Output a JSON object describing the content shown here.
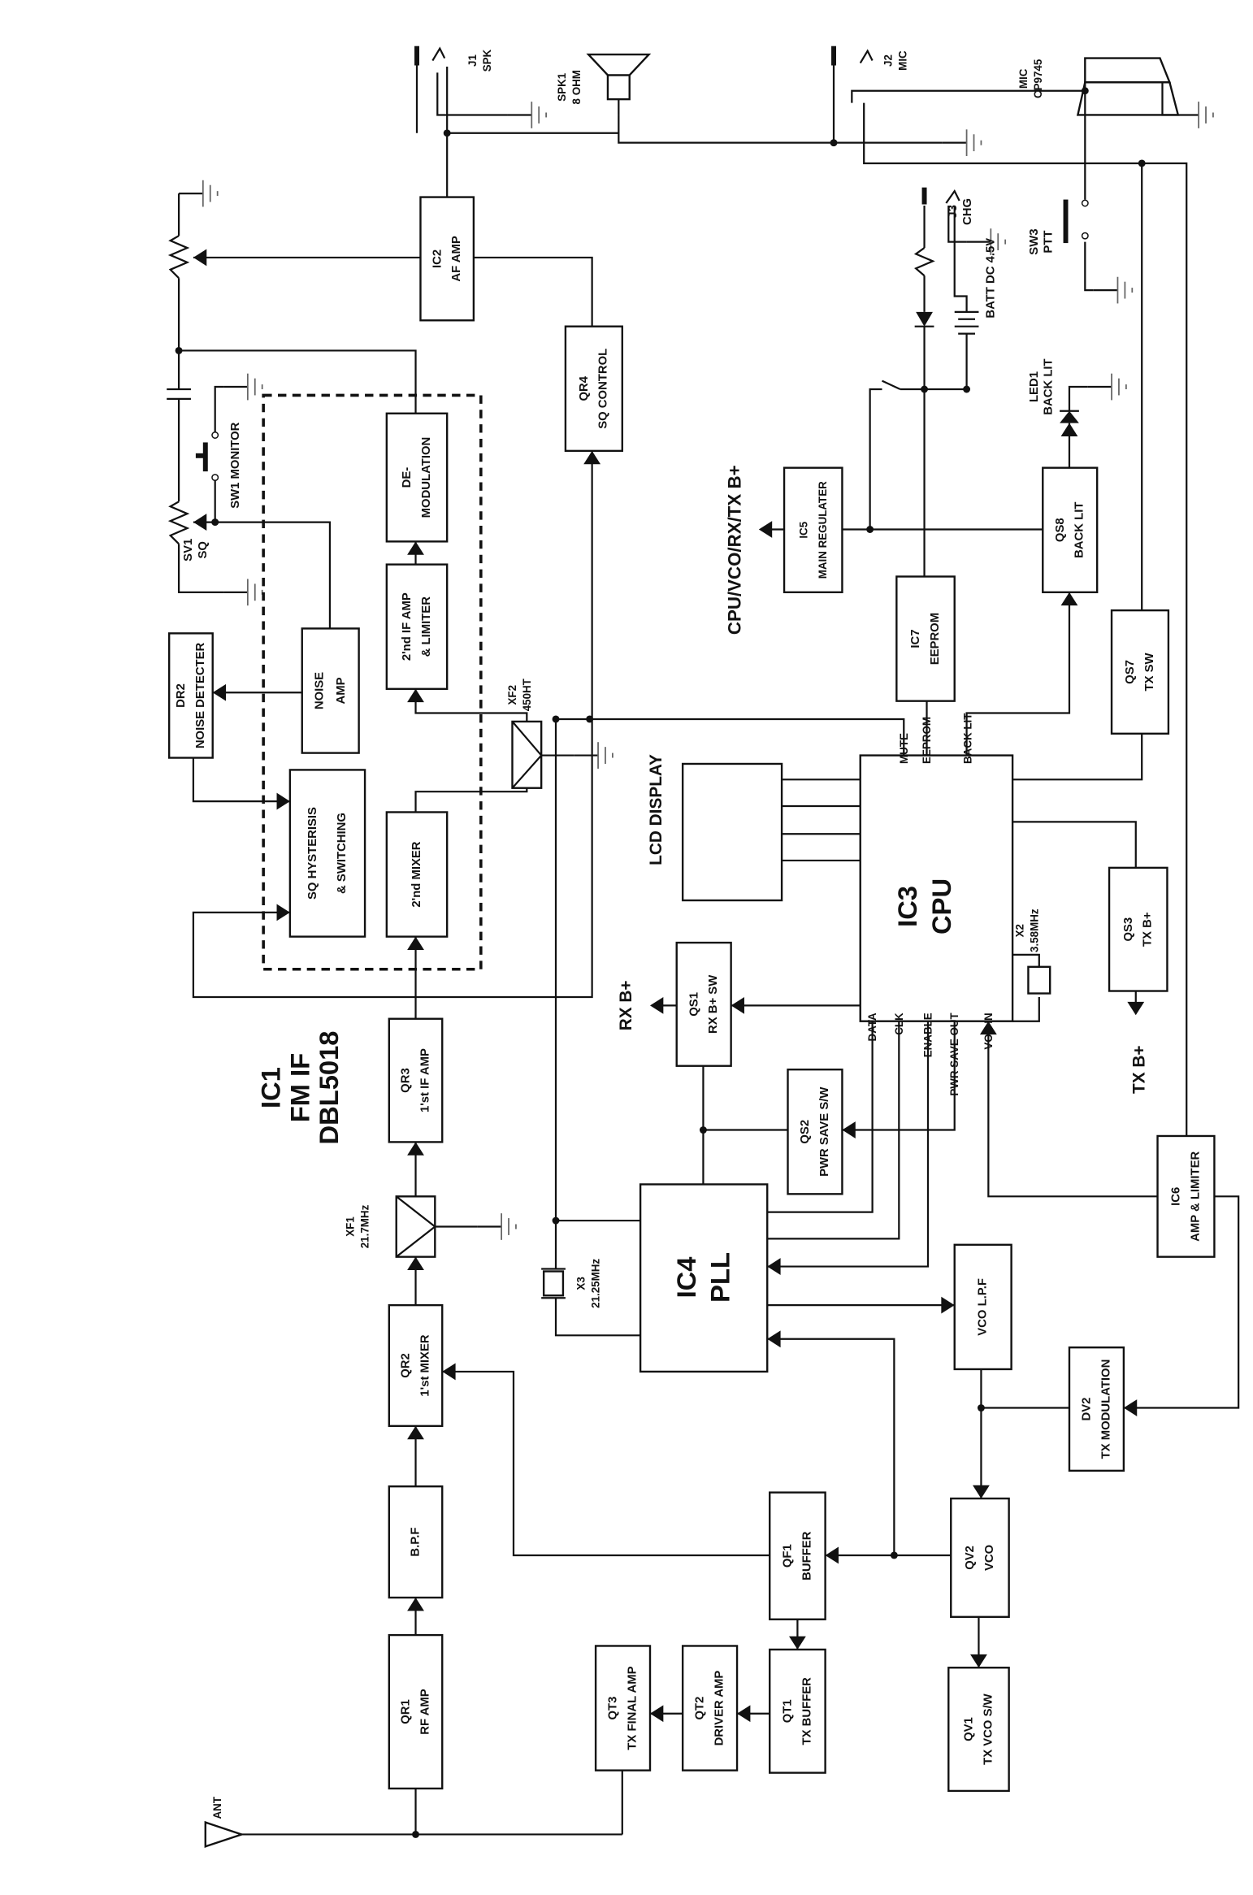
{
  "blocks": {
    "qr1": [
      "QR1",
      "RF AMP"
    ],
    "bpf": [
      "B.P.F"
    ],
    "qr2": [
      "QR2",
      "1'st MIXER"
    ],
    "qr3": [
      "QR3",
      "1'st IF AMP"
    ],
    "mix2": [
      "2'nd MIXER"
    ],
    "if2": [
      "2'nd IF AMP",
      "& LIMITER"
    ],
    "demod": [
      "DE-",
      "MODULATION"
    ],
    "sqh": [
      "SQ HYSTERISIS",
      "&  SWITCHING"
    ],
    "namp": [
      "NOISE",
      "AMP"
    ],
    "dr2": [
      "DR2",
      "NOISE DETECTER"
    ],
    "ic2": [
      "IC2",
      "AF AMP"
    ],
    "qr4": [
      "QR4",
      "SQ CONTROL"
    ],
    "ic5": [
      "IC5",
      "MAIN REGULATER"
    ],
    "ic7": [
      "IC7",
      "EEPROM"
    ],
    "qs8": [
      "QS8",
      "BACK LIT"
    ],
    "qs7": [
      "QS7",
      "TX SW"
    ],
    "qs3": [
      "QS3",
      "TX B+"
    ],
    "qs1": [
      "QS1",
      "RX B+ SW"
    ],
    "qs2": [
      "QS2",
      "PWR SAVE S/W"
    ],
    "ic6": [
      "IC6",
      "AMP & LIMITER"
    ],
    "vcolpf": [
      "VCO L.P.F"
    ],
    "dv2": [
      "DV2",
      "TX MODULATION"
    ],
    "qv2": [
      "QV2",
      "VCO"
    ],
    "qf1": [
      "QF1",
      "BUFFER"
    ],
    "qv1": [
      "QV1",
      "TX VCO S/W"
    ],
    "qt1": [
      "QT1",
      "TX BUFFER"
    ],
    "qt2": [
      "QT2",
      "DRIVER AMP"
    ],
    "qt3": [
      "QT3",
      "TX FINAL AMP"
    ]
  },
  "big_blocks": {
    "ic3": [
      "IC3",
      "CPU"
    ],
    "ic4": [
      "IC4",
      "PLL"
    ]
  },
  "cpu_pins": {
    "mute": "MUTE",
    "eeprom": "EEPROM",
    "backlit": "BACK LIT",
    "data": "DATA",
    "clk": "CLK",
    "enable": "ENABLE",
    "pwrsave": "PWR SAVE OUT",
    "voxin": "VOX IN"
  },
  "labels": {
    "ic1": [
      "IC1",
      "FM IF",
      "DBL5018"
    ],
    "lcd": [
      "LCD DISPLAY"
    ],
    "supply": [
      "CPU/VCO/RX/TX B+"
    ],
    "rxb": [
      "RX B+"
    ],
    "txb": [
      "TX B+"
    ],
    "xf1": [
      "XF1",
      "21.7MHz"
    ],
    "xf2": [
      "XF2",
      "450HT"
    ],
    "x3": [
      "X3",
      "21.25MHz"
    ],
    "x2": [
      "X2",
      "3.58MHz"
    ],
    "ant": [
      "ANT"
    ],
    "spk1": [
      "SPK1",
      "8 OHM"
    ],
    "j1": [
      "J1",
      "SPK"
    ],
    "j2": [
      "J2",
      "MIC"
    ],
    "mic": [
      "MIC",
      "CP9745"
    ],
    "sw3": [
      "SW3",
      "PTT"
    ],
    "j3": [
      "J3",
      "CHG"
    ],
    "batt": [
      "BATT DC  4.5V"
    ],
    "led1": [
      "LED1",
      "BACK LIT"
    ],
    "sv1": [
      "SV1",
      "SQ"
    ],
    "sw1": [
      "SW1 MONITOR"
    ]
  }
}
